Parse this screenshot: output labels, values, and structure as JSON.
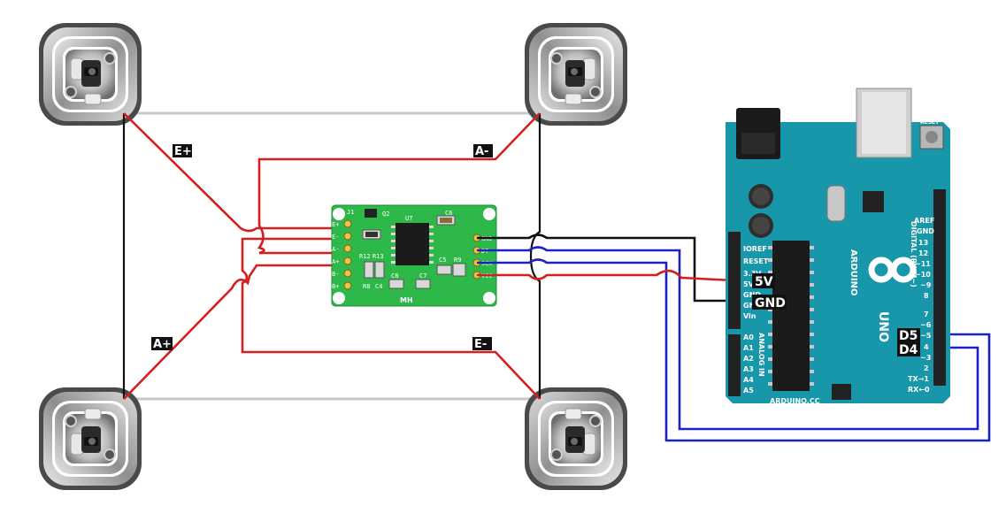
{
  "load_cell_labels": {
    "e_plus": "E+",
    "a_minus": "A-",
    "a_plus": "A+",
    "e_minus": "E-"
  },
  "hx711": {
    "name": "MH",
    "chip": "U7",
    "left_pins": [
      "E+",
      "E-",
      "A-",
      "A+",
      "B-",
      "B+"
    ],
    "right_pins": [
      "GND",
      "DT",
      "SCK",
      "VCC"
    ],
    "parts": [
      "J1",
      "Q2",
      "C6",
      "R12",
      "R13",
      "R8",
      "C4",
      "C8",
      "C7",
      "C5",
      "R9"
    ]
  },
  "arduino": {
    "brand": "ARDUINO",
    "model": "UNO",
    "url": "ARDUINO.CC",
    "power_header": [
      "IOREF",
      "RESET",
      "3.3V",
      "5V",
      "GND",
      "GND",
      "Vin"
    ],
    "analog_title": "ANALOG IN",
    "analog_pins": [
      "A0",
      "A1",
      "A2",
      "A3",
      "A4",
      "A5"
    ],
    "digital_title": "DIGITAL (PWM~)",
    "digital_top": [
      "AREF",
      "GND",
      "13",
      "12",
      "~11",
      "~10",
      "~9",
      "8"
    ],
    "digital_bottom": [
      "7",
      "~6",
      "~5",
      "4",
      "~3",
      "2",
      "TX→1",
      "RX←0"
    ],
    "reset_label": "RESET"
  },
  "pin_labels": {
    "five_v": "5V",
    "gnd": "GND",
    "d5": "D5",
    "d4": "D4"
  },
  "colors": {
    "red_wire": "#d41f1f",
    "black_wire": "#111111",
    "blue_wire": "#1a22c2",
    "gray_wire": "#c8c8c8",
    "pcb_green": "#2fb84a",
    "arduino_teal": "#1797a9"
  }
}
